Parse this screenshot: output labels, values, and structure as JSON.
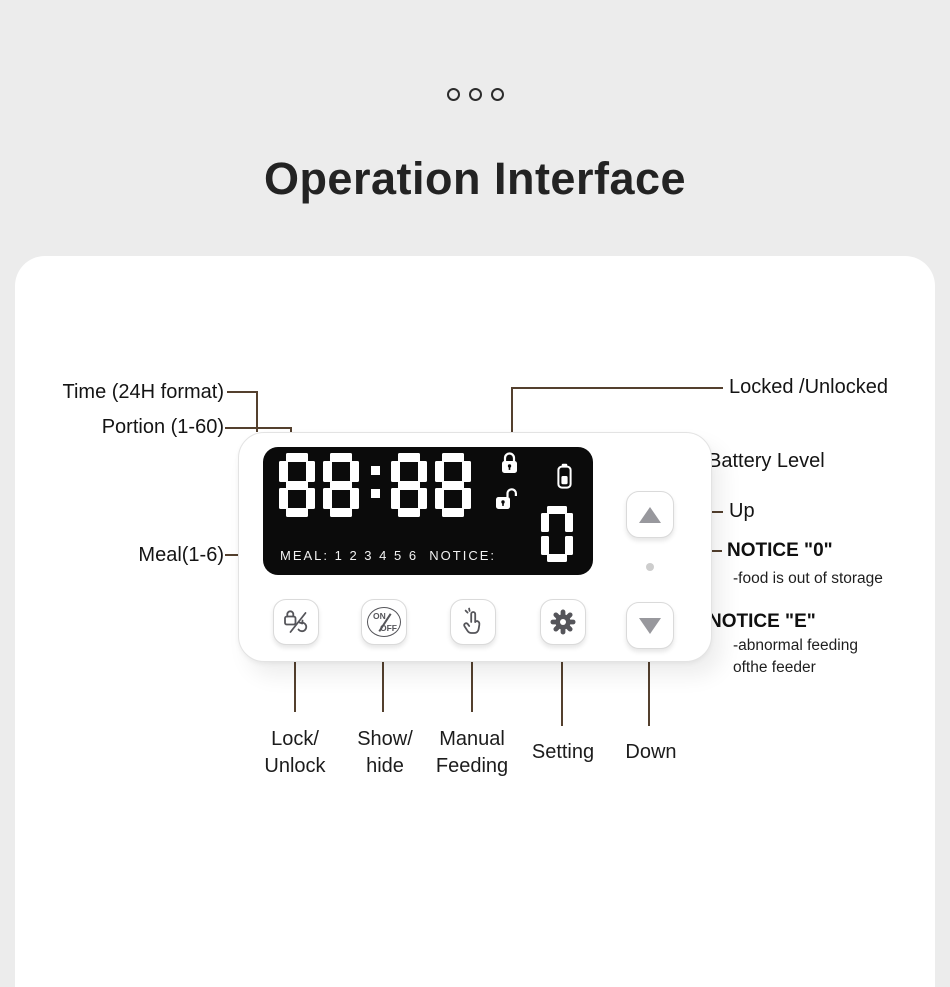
{
  "page": {
    "title": "Operation Interface"
  },
  "colors": {
    "background": "#ececec",
    "card": "#ffffff",
    "display_bg": "#0b0b0b",
    "segment": "#ffffff",
    "callout_line": "#54402e",
    "icon_gray": "#55555a",
    "triangle_gray": "#98989d"
  },
  "display": {
    "time": "88:88",
    "meal_row": "MEAL: 1 2 3 4 5 6  NOTICE:",
    "notice_digit": "0"
  },
  "device": {
    "onoff_top": "ON",
    "onoff_bottom": "OFF"
  },
  "callouts": {
    "left": [
      {
        "label": "Time (24H format)"
      },
      {
        "label": "Portion (1-60)"
      },
      {
        "label": "Meal(1-6)"
      }
    ],
    "right": [
      {
        "label": "Locked /Unlocked"
      },
      {
        "label": "Battery Level"
      },
      {
        "label": "Up"
      },
      {
        "label": "NOTICE \"0\"",
        "sub": "-food is out of storage"
      },
      {
        "label": "NOTICE \"E\"",
        "sub": "-abnormal feeding",
        "sub2": "ofthe feeder"
      }
    ],
    "bottom": [
      {
        "line1": "Lock/",
        "line2": "Unlock"
      },
      {
        "line1": "Show/",
        "line2": "hide"
      },
      {
        "line1": "Manual",
        "line2": "Feeding"
      },
      {
        "line1": "Setting"
      },
      {
        "line1": "Down"
      }
    ]
  }
}
